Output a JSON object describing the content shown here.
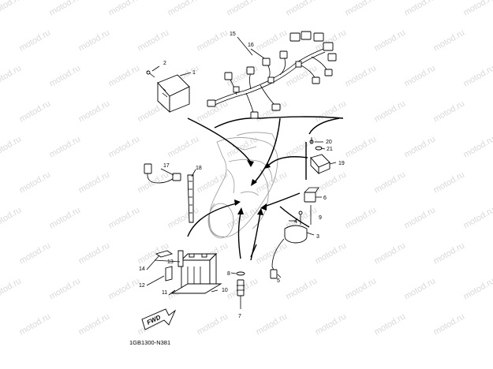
{
  "watermark": "motod.ru",
  "drawing_code": "1GB1300-N381",
  "fwd_label": "FWD",
  "callouts": {
    "c1": "1",
    "c2": "2",
    "c3": "3",
    "c4": "4",
    "c5": "5",
    "c6": "6",
    "c7": "7",
    "c8": "8",
    "c9": "9",
    "c10": "10",
    "c11": "11",
    "c12": "12",
    "c13": "13",
    "c14": "14",
    "c15": "15",
    "c16": "16",
    "c17": "17",
    "c18": "18",
    "c19": "19",
    "c20": "20",
    "c21": "21"
  }
}
